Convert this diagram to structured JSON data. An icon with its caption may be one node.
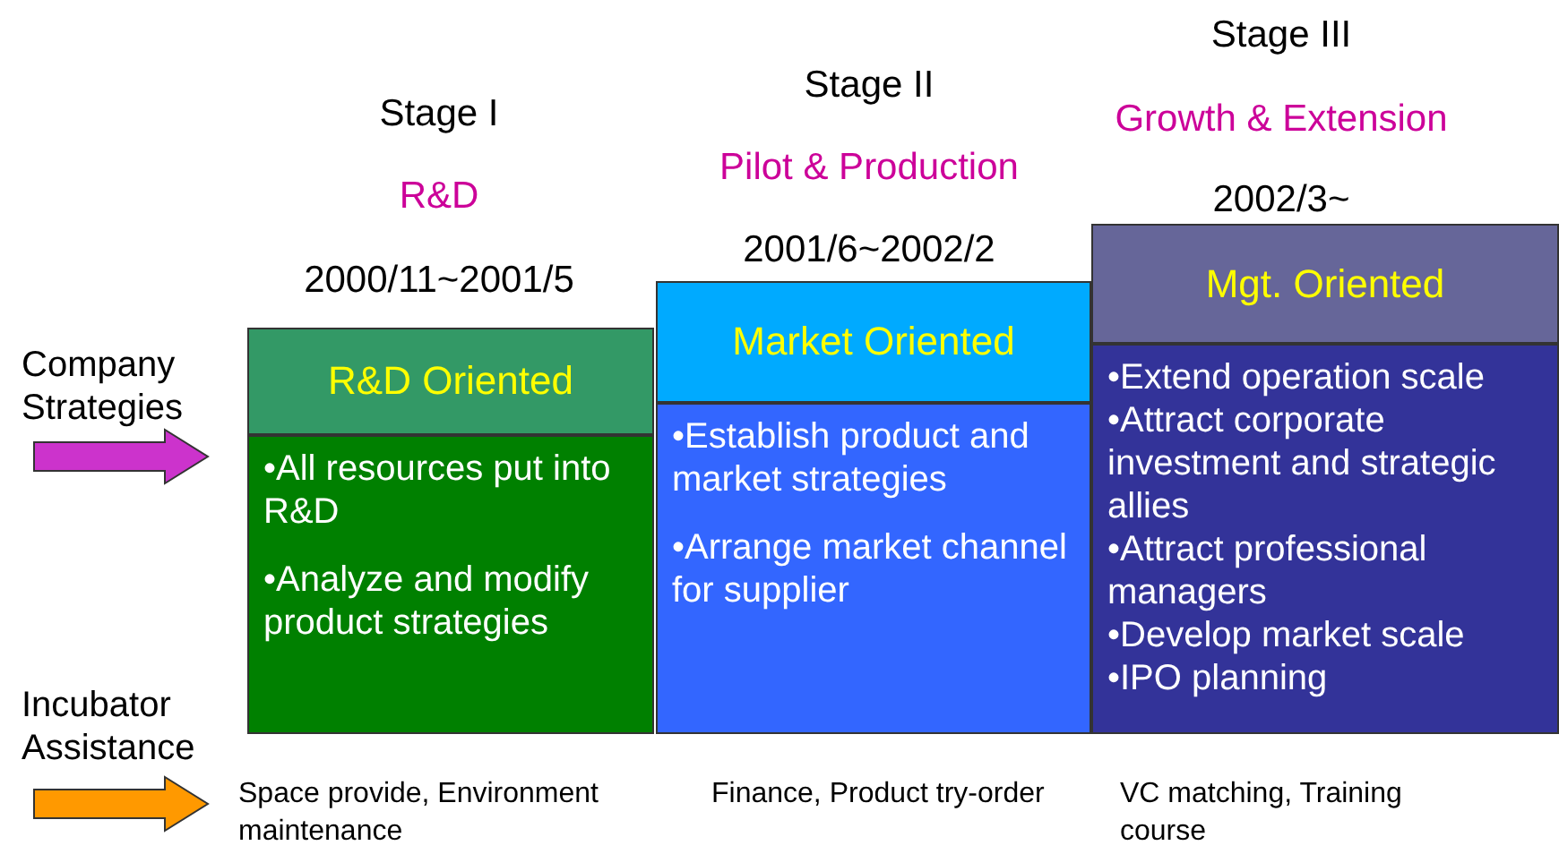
{
  "diagram": {
    "nodes": [
      {
        "text": [
          "R&D Oriented"
        ],
        "beside": [
          "Stage I",
          "R&D",
          "2000/11~2001/5"
        ]
      },
      {
        "text": [
          "•All resources put into R&D",
          "•Analyze and modify product strategies"
        ]
      },
      {
        "text": [
          "Market Oriented"
        ],
        "beside": [
          "Stage II",
          "Pilot & Production",
          "2001/6~2002/2"
        ]
      },
      {
        "text": [
          "•Establish product and market strategies",
          "•Arrange market channel for supplier"
        ]
      },
      {
        "text": [
          "Mgt. Oriented"
        ],
        "beside": [
          "Stage III",
          "Growth & Extension",
          "2002/3~"
        ]
      },
      {
        "text": [
          "•Extend operation scale",
          "•Attract corporate investment and strategic allies",
          "•Attract professional managers",
          "•Develop market scale",
          "•IPO planning"
        ]
      }
    ],
    "labels": [
      "Company Strategies",
      "Incubator Assistance",
      "Space provide, Environment maintenance",
      "Finance, Product try-order",
      "VC matching, Training course"
    ]
  }
}
